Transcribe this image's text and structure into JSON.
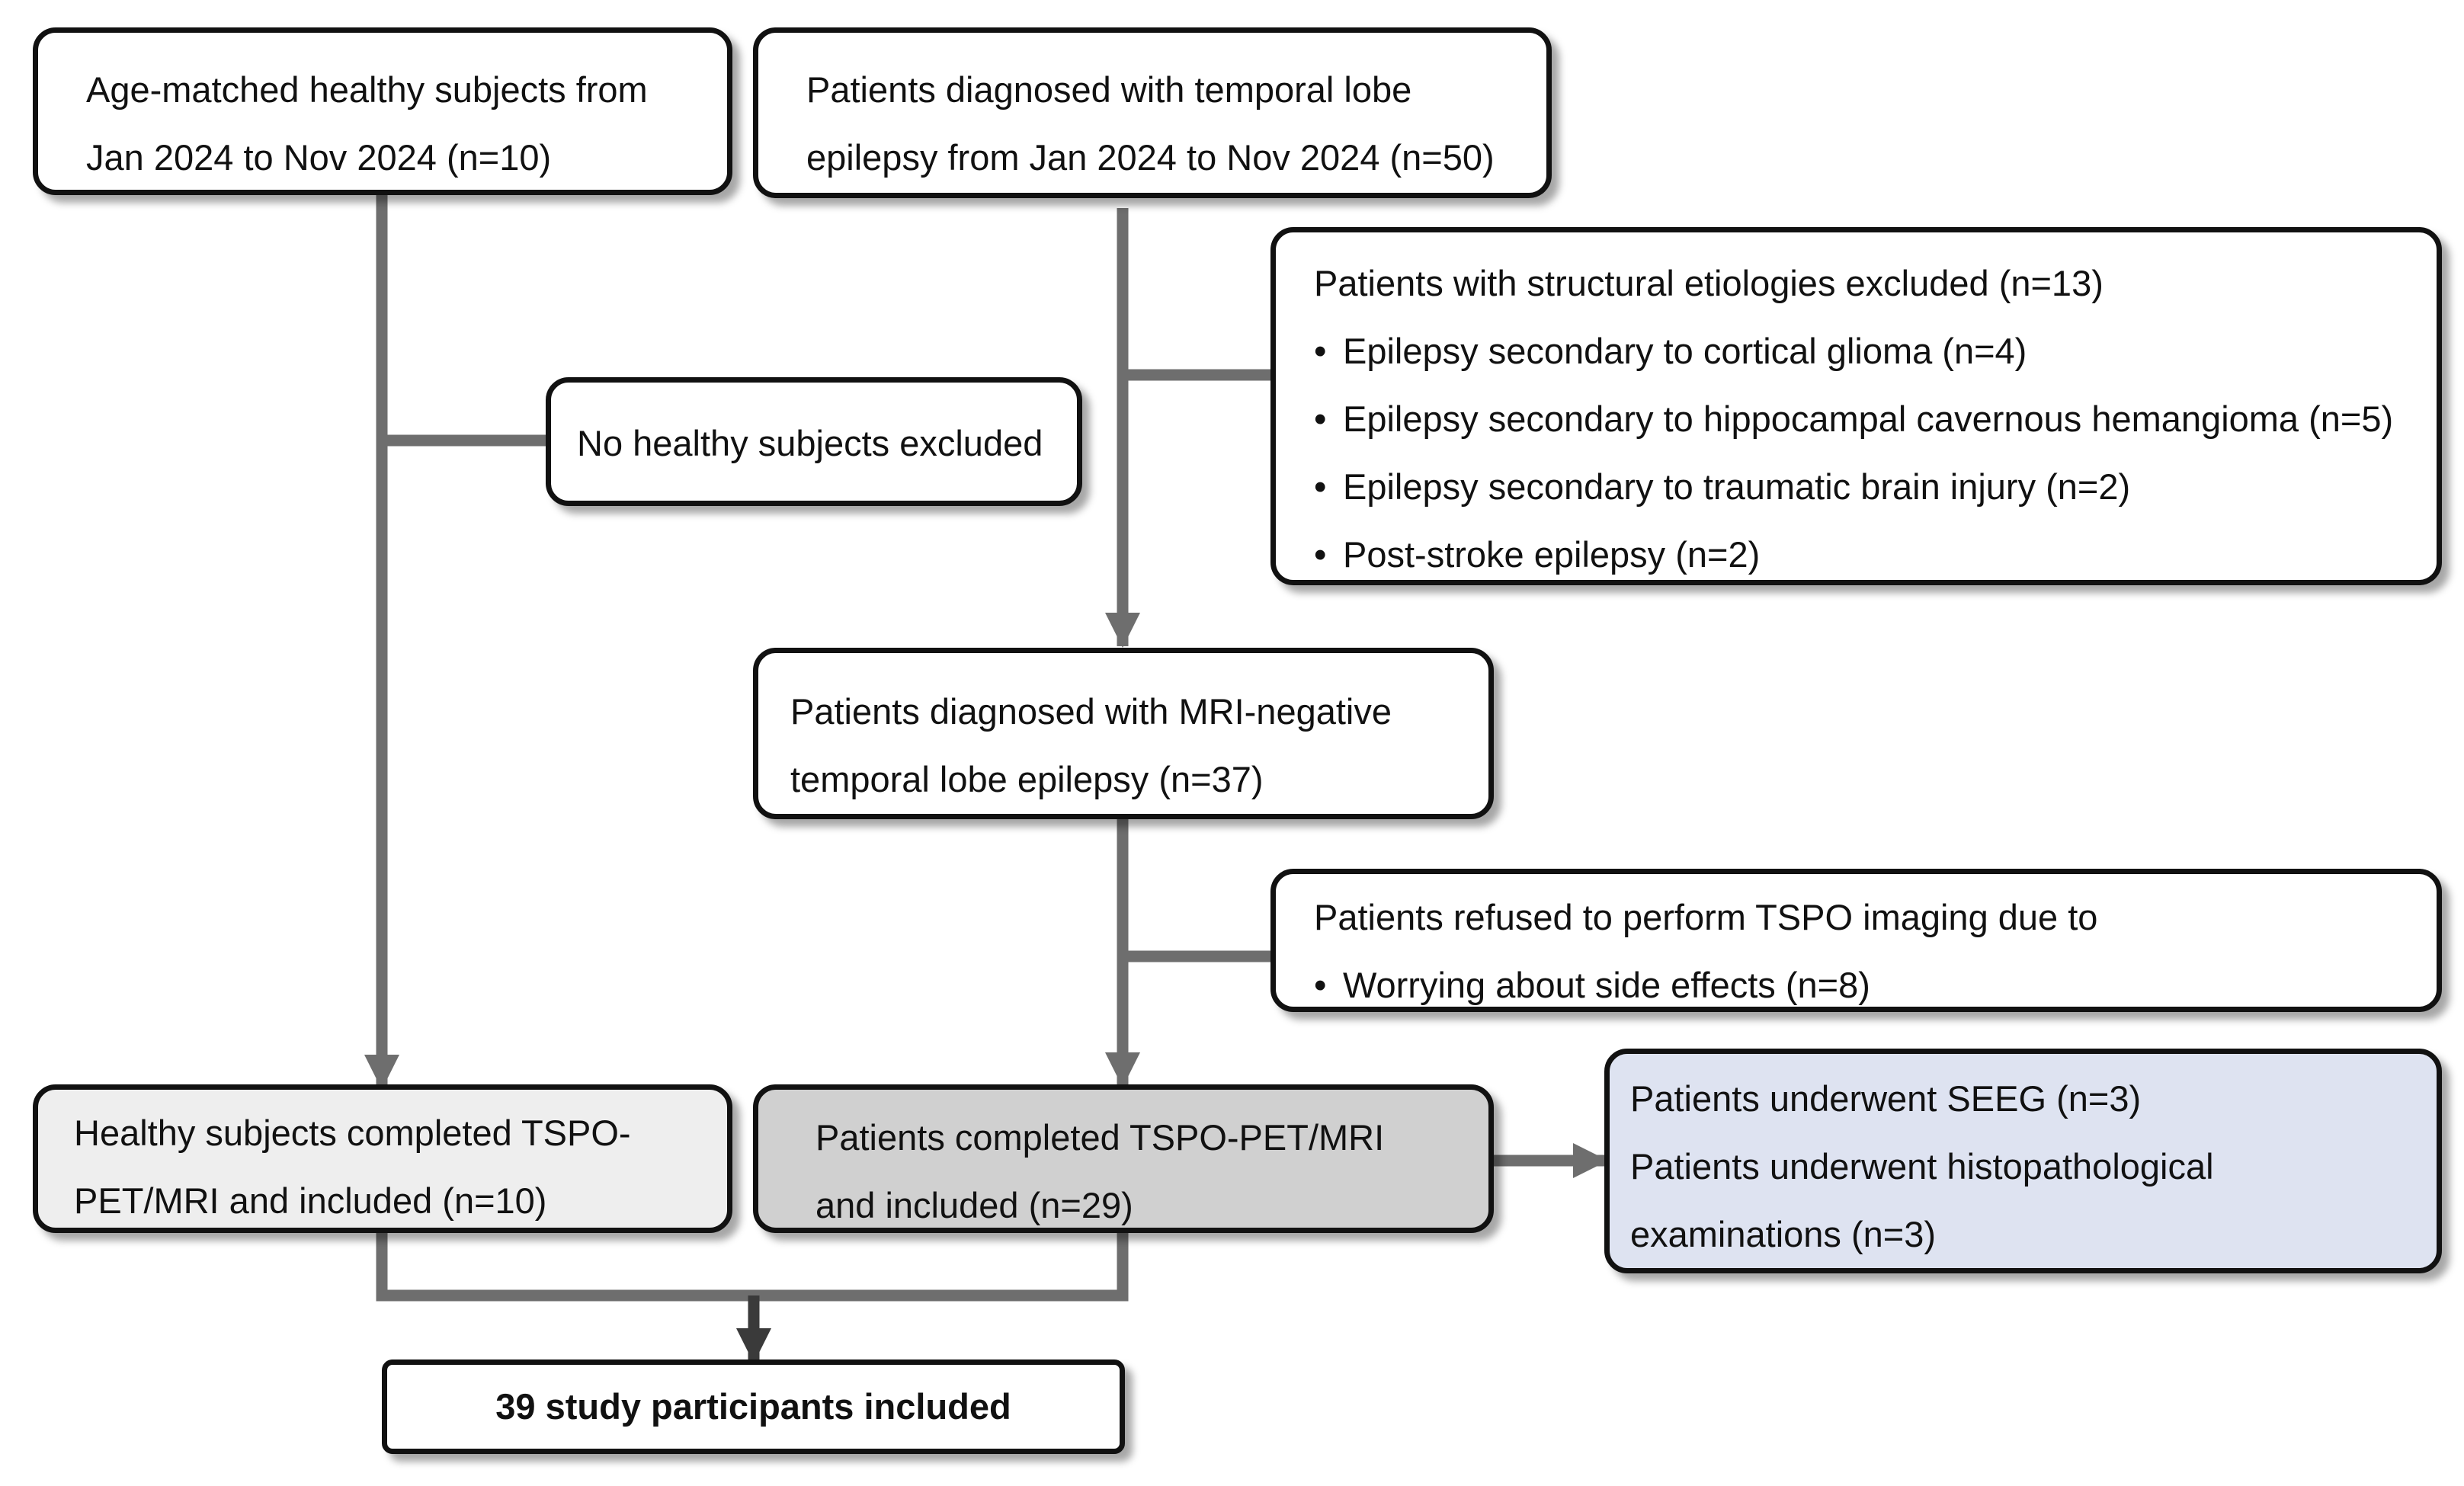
{
  "colors": {
    "connector": "#6e6e6e",
    "final_arrow": "#3a3a3a",
    "healthy_completed_fill": "#eeeeee",
    "patients_completed_fill": "#d0d0d0",
    "examinations_fill": "#dee3f1"
  },
  "healthy_source": {
    "line1": "Age-matched healthy subjects from",
    "line2": "Jan 2024 to Nov 2024 (n=10)"
  },
  "patients_source": {
    "line1": "Patients diagnosed with temporal lobe",
    "line2": "epilepsy from Jan 2024 to Nov 2024 (n=50)"
  },
  "healthy_exclusion": {
    "text": "No healthy subjects excluded"
  },
  "structural_exclusion": {
    "heading": "Patients with structural etiologies excluded (n=13)",
    "items": [
      "Epilepsy secondary to cortical glioma (n=4)",
      "Epilepsy secondary to hippocampal cavernous hemangioma (n=5)",
      "Epilepsy secondary to traumatic brain injury (n=2)",
      "Post-stroke epilepsy (n=2)"
    ]
  },
  "mri_negative": {
    "line1": "Patients diagnosed with MRI-negative",
    "line2": "temporal lobe epilepsy (n=37)"
  },
  "refused_exclusion": {
    "heading": "Patients refused to perform TSPO imaging due to",
    "items": [
      "Worrying about side effects (n=8)"
    ]
  },
  "healthy_completed": {
    "line1": "Healthy subjects completed TSPO-",
    "line2": "PET/MRI and included (n=10)"
  },
  "patients_completed": {
    "line1": "Patients completed TSPO-PET/MRI",
    "line2": "and included (n=29)"
  },
  "examinations": {
    "line1": "Patients underwent SEEG (n=3)",
    "line2": "Patients underwent histopathological",
    "line3": "examinations (n=3)"
  },
  "final": {
    "text": "39 study participants included"
  }
}
